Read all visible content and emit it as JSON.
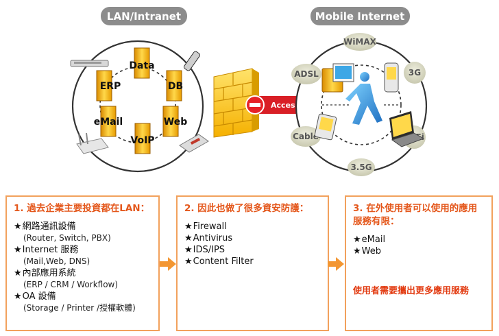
{
  "lan": {
    "title": "LAN/Intranet",
    "nodes": {
      "data": "Data",
      "erp": "ERP",
      "db": "DB",
      "email": "eMail",
      "web": "Web",
      "voip": "VoIP"
    }
  },
  "mobile": {
    "title": "Mobile Internet",
    "nodes": {
      "wimax": "WiMAX",
      "adsl": "ADSL",
      "g3": "3G",
      "cable": "Cable",
      "wifi": "WiFi",
      "g35": "3.5G"
    }
  },
  "firewall": {
    "access_label": "Access"
  },
  "boxes": [
    {
      "title": "1. 過去企業主要投資都在LAN：",
      "items": [
        {
          "label": "網路通訊設備",
          "sub": "(Router, Switch, PBX)"
        },
        {
          "label": "Internet 服務",
          "sub": "(Mail,Web, DNS)"
        },
        {
          "label": "內部應用系統",
          "sub": "(ERP / CRM / Workflow)"
        },
        {
          "label": "OA 設備",
          "sub": "(Storage / Printer /授權軟體)"
        }
      ]
    },
    {
      "title": "2. 因此也做了很多資安防護：",
      "items": [
        {
          "label": "Firewall"
        },
        {
          "label": "Antivirus"
        },
        {
          "label": "IDS/IPS"
        },
        {
          "label": "Content Filter"
        }
      ]
    },
    {
      "title": "3. 在外使用者可以使用的應用服務有限：",
      "items": [
        {
          "label": "eMail"
        },
        {
          "label": "Web"
        }
      ],
      "conclusion": "使用者需要攜出更多應用服務"
    }
  ],
  "colors": {
    "accent": "#f39632",
    "title_orange": "#e4571b",
    "conclusion_red": "#e23a10",
    "pill_gray": "#8c8c8c"
  }
}
